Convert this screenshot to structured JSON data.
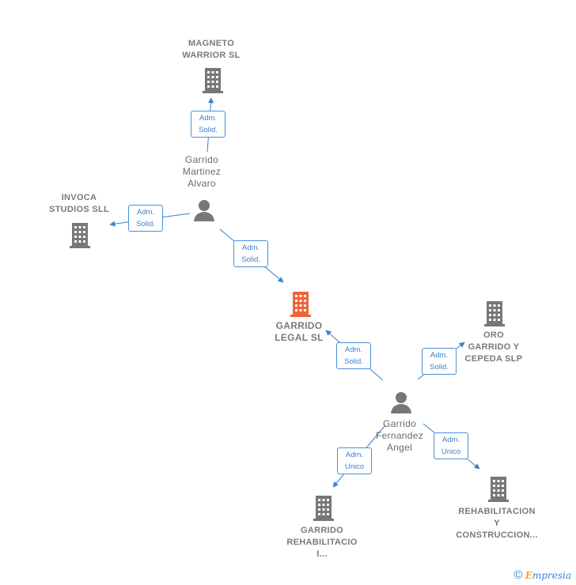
{
  "nodes": {
    "magneto": {
      "label": "MAGNETO\nWARRIOR  SL",
      "type": "company"
    },
    "invoca": {
      "label": "INVOCA\nSTUDIOS  SLL",
      "type": "company"
    },
    "garrido_legal": {
      "label": "GARRIDO\nLEGAL  SL",
      "type": "company-main"
    },
    "oro": {
      "label": "ORO\nGARRIDO Y\nCEPEDA  SLP",
      "type": "company"
    },
    "rehab_construccion": {
      "label": "REHABILITACION\nY\nCONSTRUCCION...",
      "type": "company"
    },
    "garrido_rehab": {
      "label": "GARRIDO\nREHABILITACIO\nI...",
      "type": "company"
    },
    "person_martinez": {
      "label": "Garrido\nMartinez\nAlvaro",
      "type": "person"
    },
    "person_fernandez": {
      "label": "Garrido\nFernandez\nAngel",
      "type": "person"
    }
  },
  "edges": {
    "e1": {
      "label": "Adm.\nSolid.",
      "from": "person_martinez",
      "to": "magneto"
    },
    "e2": {
      "label": "Adm.\nSolid.",
      "from": "person_martinez",
      "to": "invoca"
    },
    "e3": {
      "label": "Adm.\nSolid.",
      "from": "person_martinez",
      "to": "garrido_legal"
    },
    "e4": {
      "label": "Adm.\nSolid.",
      "from": "person_fernandez",
      "to": "garrido_legal"
    },
    "e5": {
      "label": "Adm.\nSolid.",
      "from": "person_fernandez",
      "to": "oro"
    },
    "e6": {
      "label": "Adm.\nUnico",
      "from": "person_fernandez",
      "to": "garrido_rehab"
    },
    "e7": {
      "label": "Adm.\nUnico",
      "from": "person_fernandez",
      "to": "rehab_construccion"
    }
  },
  "colors": {
    "edge": "#3a7fcc",
    "company": "#777777",
    "main_company": "#f0643a",
    "person": "#777777"
  },
  "footer": {
    "copyright": "©",
    "brand_initial": "E",
    "brand_rest": "mpresia"
  }
}
